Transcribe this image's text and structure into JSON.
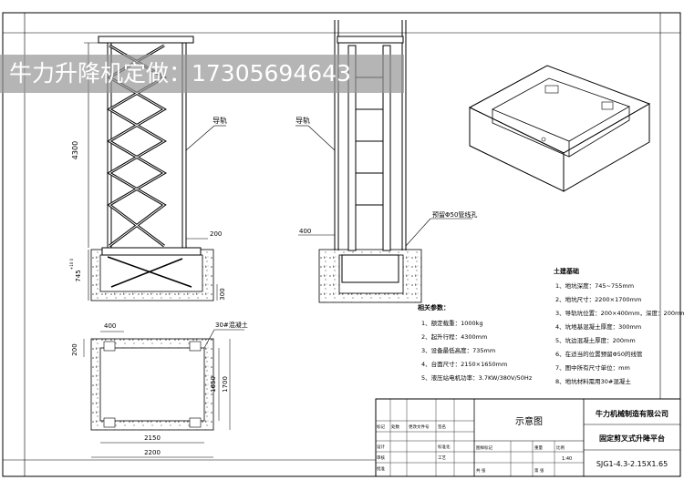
{
  "banner": {
    "text": "牛力升降机定做：17305694643"
  },
  "front_view": {
    "height_dim": "4300",
    "pit_depth_dim": "745",
    "tolerance": "+10 0",
    "dim_200": "200",
    "dim_300": "300",
    "guide_label": "导轨"
  },
  "side_view": {
    "guide_label": "导轨",
    "dim_400": "400",
    "conduit_label": "预留Φ50管线孔"
  },
  "plan_view": {
    "dim_400": "400",
    "dim_200": "200",
    "dim_1650": "1650",
    "dim_1700": "1700",
    "dim_2150": "2150",
    "dim_2200": "2200",
    "concrete_label": "30#混凝土"
  },
  "params": {
    "title": "相关参数：",
    "items": [
      "1、额定载重：1000kg",
      "2、起升行程：4300mm",
      "3、设备最低高度：735mm",
      "4、台面尺寸：2150×1650mm",
      "5、液压站电机功率：3.7KW/380V/50Hz"
    ]
  },
  "civil": {
    "title": "土建基础",
    "items": [
      "1、地坑深度：745~755mm",
      "2、地坑尺寸：2200×1700mm",
      "3、导轨坑位置：200×400mm，深度：200mm",
      "4、坑地基混凝土厚度：300mm",
      "5、坑边混凝土厚度：200mm",
      "6、在适当的位置预留Φ50的线管",
      "7、图中所有尺寸单位：mm",
      "8、地坑材料需用30#混凝土"
    ]
  },
  "title_block": {
    "drawing_title": "示意图",
    "company": "牛力机械制造有限公司",
    "product": "固定剪叉式升降平台",
    "model": "SJG1-4.3-2.15X1.65",
    "scale": "1:40",
    "cells": [
      "标记",
      "处数",
      "更改文件号",
      "签名",
      "设计",
      "标准化",
      "审核",
      "工艺",
      "批准",
      "图样标记",
      "重量",
      "比例",
      "共 张",
      "第 张"
    ]
  }
}
